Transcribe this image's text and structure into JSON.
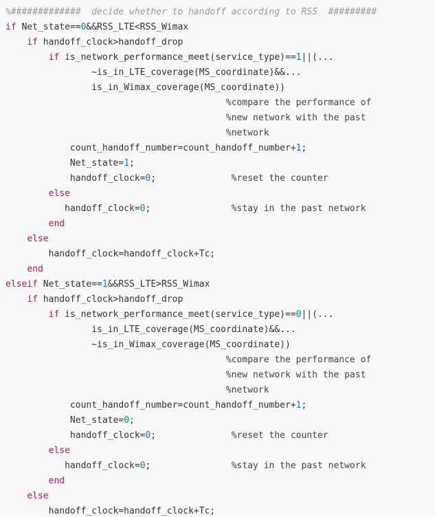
{
  "code_lines": [
    [
      {
        "t": "%#############  decide whether to handoff according to RSS  #########",
        "k": "comment"
      }
    ],
    [
      {
        "t": "if",
        "k": "keyword"
      },
      {
        "t": " Net_state==",
        "k": "plain"
      },
      {
        "t": "0",
        "k": "number"
      },
      {
        "t": "&&RSS_LTE<RSS_Wimax",
        "k": "plain"
      }
    ],
    [
      {
        "t": "    ",
        "k": "plain"
      },
      {
        "t": "if",
        "k": "keyword"
      },
      {
        "t": " handoff_clock>handoff_drop",
        "k": "plain"
      }
    ],
    [
      {
        "t": "        ",
        "k": "plain"
      },
      {
        "t": "if",
        "k": "keyword"
      },
      {
        "t": " is_network_performance_meet(service_type)==",
        "k": "plain"
      },
      {
        "t": "1",
        "k": "number"
      },
      {
        "t": "||(...",
        "k": "plain"
      }
    ],
    [
      {
        "t": "                ~is_in_LTE_coverage(MS_coordinate)&&...",
        "k": "plain"
      }
    ],
    [
      {
        "t": "                is_in_Wimax_coverage(MS_coordinate))",
        "k": "plain"
      }
    ],
    [
      {
        "t": "                                         ",
        "k": "plain"
      },
      {
        "t": "%compare the performance of",
        "k": "mcomment"
      }
    ],
    [
      {
        "t": "                                         ",
        "k": "plain"
      },
      {
        "t": "%new network with the past",
        "k": "mcomment"
      }
    ],
    [
      {
        "t": "                                         ",
        "k": "plain"
      },
      {
        "t": "%network",
        "k": "mcomment"
      }
    ],
    [
      {
        "t": "            count_handoff_number=count_handoff_number+",
        "k": "plain"
      },
      {
        "t": "1",
        "k": "number"
      },
      {
        "t": ";",
        "k": "plain"
      }
    ],
    [
      {
        "t": "            Net_state=",
        "k": "plain"
      },
      {
        "t": "1",
        "k": "number"
      },
      {
        "t": ";",
        "k": "plain"
      }
    ],
    [
      {
        "t": "            handoff_clock=",
        "k": "plain"
      },
      {
        "t": "0",
        "k": "number"
      },
      {
        "t": ";              ",
        "k": "plain"
      },
      {
        "t": "%reset the counter",
        "k": "mcomment"
      }
    ],
    [
      {
        "t": "        ",
        "k": "plain"
      },
      {
        "t": "else",
        "k": "keyword"
      }
    ],
    [
      {
        "t": "           handoff_clock=",
        "k": "plain"
      },
      {
        "t": "0",
        "k": "number"
      },
      {
        "t": ";               ",
        "k": "plain"
      },
      {
        "t": "%stay in the past network",
        "k": "mcomment"
      }
    ],
    [
      {
        "t": "        ",
        "k": "plain"
      },
      {
        "t": "end",
        "k": "keyword"
      }
    ],
    [
      {
        "t": "    ",
        "k": "plain"
      },
      {
        "t": "else",
        "k": "keyword"
      }
    ],
    [
      {
        "t": "        handoff_clock=handoff_clock+Tc;",
        "k": "plain"
      }
    ],
    [
      {
        "t": "    ",
        "k": "plain"
      },
      {
        "t": "end",
        "k": "keyword"
      }
    ],
    [
      {
        "t": "elseif",
        "k": "keyword"
      },
      {
        "t": " Net_state==",
        "k": "plain"
      },
      {
        "t": "1",
        "k": "number"
      },
      {
        "t": "&&RSS_LTE>RSS_Wimax",
        "k": "plain"
      }
    ],
    [
      {
        "t": "    ",
        "k": "plain"
      },
      {
        "t": "if",
        "k": "keyword"
      },
      {
        "t": " handoff_clock>handoff_drop",
        "k": "plain"
      }
    ],
    [
      {
        "t": "        ",
        "k": "plain"
      },
      {
        "t": "if",
        "k": "keyword"
      },
      {
        "t": " is_network_performance_meet(service_type)==",
        "k": "plain"
      },
      {
        "t": "0",
        "k": "number"
      },
      {
        "t": "||(...",
        "k": "plain"
      }
    ],
    [
      {
        "t": "                is_in_LTE_coverage(MS_coordinate)&&...",
        "k": "plain"
      }
    ],
    [
      {
        "t": "                ~is_in_Wimax_coverage(MS_coordinate))",
        "k": "plain"
      }
    ],
    [
      {
        "t": "                                         ",
        "k": "plain"
      },
      {
        "t": "%compare the performance of",
        "k": "mcomment"
      }
    ],
    [
      {
        "t": "                                         ",
        "k": "plain"
      },
      {
        "t": "%new network with the past",
        "k": "mcomment"
      }
    ],
    [
      {
        "t": "                                         ",
        "k": "plain"
      },
      {
        "t": "%network",
        "k": "mcomment"
      }
    ],
    [
      {
        "t": "            count_handoff_number=count_handoff_number+",
        "k": "plain"
      },
      {
        "t": "1",
        "k": "number"
      },
      {
        "t": ";",
        "k": "plain"
      }
    ],
    [
      {
        "t": "            Net_state=",
        "k": "plain"
      },
      {
        "t": "0",
        "k": "number"
      },
      {
        "t": ";",
        "k": "plain"
      }
    ],
    [
      {
        "t": "            handoff_clock=",
        "k": "plain"
      },
      {
        "t": "0",
        "k": "number"
      },
      {
        "t": ";              ",
        "k": "plain"
      },
      {
        "t": "%reset the counter",
        "k": "mcomment"
      }
    ],
    [
      {
        "t": "        ",
        "k": "plain"
      },
      {
        "t": "else",
        "k": "keyword"
      }
    ],
    [
      {
        "t": "           handoff_clock=",
        "k": "plain"
      },
      {
        "t": "0",
        "k": "number"
      },
      {
        "t": ";               ",
        "k": "plain"
      },
      {
        "t": "%stay in the past network",
        "k": "mcomment"
      }
    ],
    [
      {
        "t": "        ",
        "k": "plain"
      },
      {
        "t": "end",
        "k": "keyword"
      }
    ],
    [
      {
        "t": "    ",
        "k": "plain"
      },
      {
        "t": "else",
        "k": "keyword"
      }
    ],
    [
      {
        "t": "        handoff_clock=handoff_clock+Tc;",
        "k": "plain"
      }
    ]
  ],
  "colors": {
    "background": "#f8f8f8",
    "keyword": "#a71d5d",
    "comment": "#999999",
    "number": "#0086b3",
    "text": "#333333"
  }
}
